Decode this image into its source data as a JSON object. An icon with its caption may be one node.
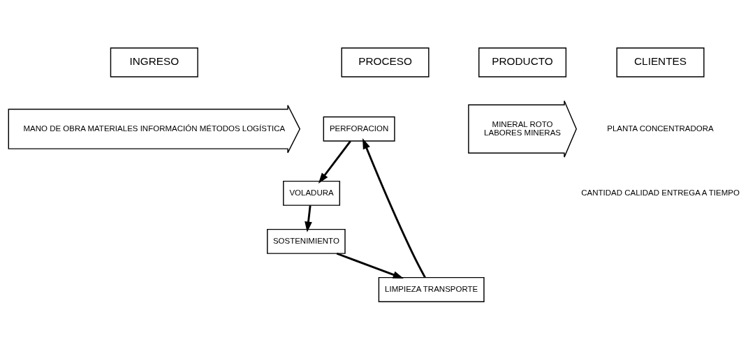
{
  "diagram": {
    "nodes": [
      {
        "text": [
          "INGRESO"
        ]
      },
      {
        "text": [
          "PROCESO"
        ]
      },
      {
        "text": [
          "PRODUCTO"
        ]
      },
      {
        "text": [
          "CLIENTES"
        ]
      },
      {
        "text": [
          "MANO DE OBRA MATERIALES INFORMACIÓN MÉTODOS LOGÍSTICA"
        ]
      },
      {
        "text": [
          "PERFORACION"
        ]
      },
      {
        "text": [
          "VOLADURA"
        ]
      },
      {
        "text": [
          "SOSTENIMIENTO"
        ]
      },
      {
        "text": [
          "LIMPIEZA TRANSPORTE"
        ]
      },
      {
        "text": [
          "MINERAL ROTO",
          "LABORES MINERAS"
        ]
      }
    ],
    "edges": [
      {
        "from": 5,
        "to": 6,
        "arrow": "to"
      },
      {
        "from": 6,
        "to": 7,
        "arrow": "to"
      },
      {
        "from": 7,
        "to": 8,
        "arrow": "to"
      },
      {
        "from": 8,
        "to": 5,
        "arrow": "to"
      }
    ],
    "labels": [
      "PLANTA CONCENTRADORA",
      "CANTIDAD CALIDAD ENTREGA A TIEMPO"
    ]
  }
}
